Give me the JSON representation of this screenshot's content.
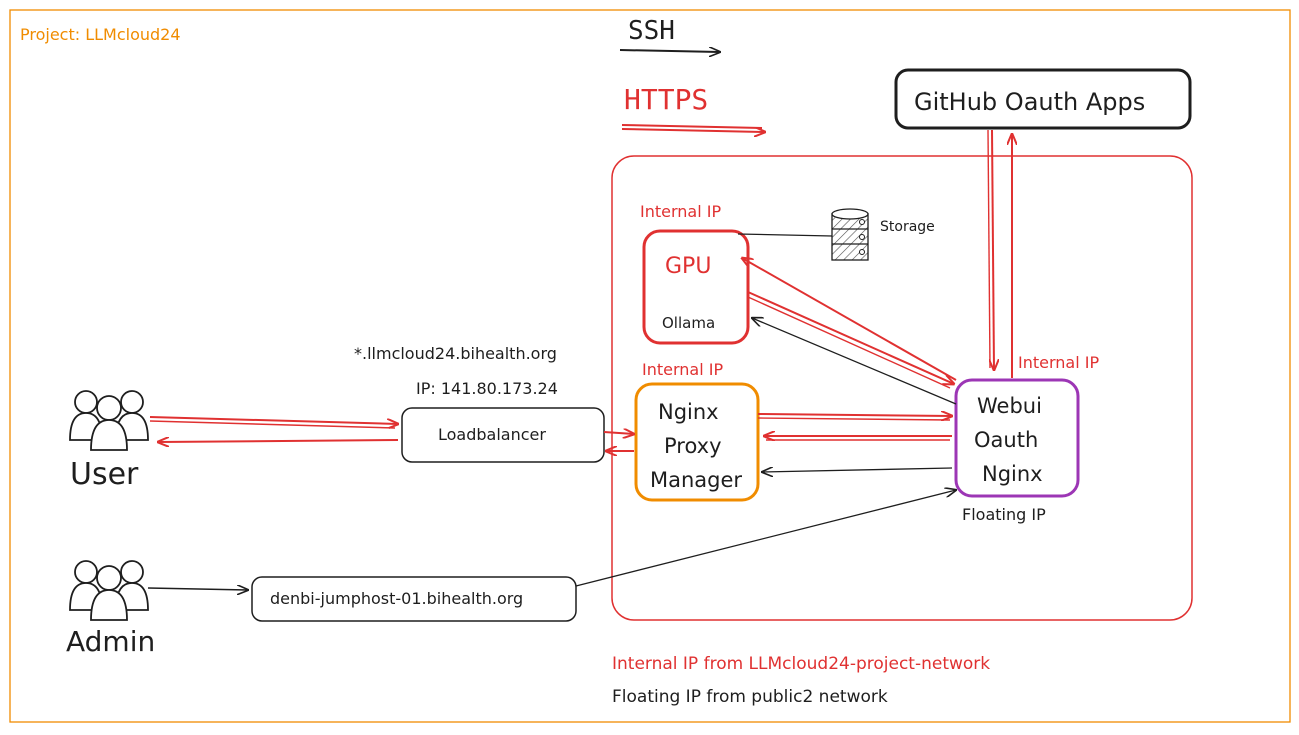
{
  "project_label": "Project: LLMcloud24",
  "legend": {
    "ssh": "SSH",
    "https": "HTTPS"
  },
  "nodes": {
    "github": "GitHub Oauth Apps",
    "gpu_title": "GPU",
    "gpu_sub": "Ollama",
    "storage": "Storage",
    "nginx_proxy": [
      "Nginx",
      "Proxy",
      "Manager"
    ],
    "webui": [
      "Webui",
      "Oauth",
      "Nginx"
    ],
    "loadbalancer": "Loadbalancer",
    "jumphost": "denbi-jumphost-01.bihealth.org",
    "user": "User",
    "admin": "Admin"
  },
  "labels": {
    "internal_ip_gpu": "Internal IP",
    "internal_ip_nginx": "Internal IP",
    "internal_ip_webui": "Internal IP",
    "floating_ip": "Floating IP",
    "domain": "*.llmcloud24.bihealth.org",
    "ip": "IP: 141.80.173.24"
  },
  "footer": {
    "internal_note": "Internal IP from LLMcloud24-project-network",
    "floating_note": "Floating IP from public2 network"
  },
  "colors": {
    "red": "#e03131",
    "orange": "#f08c00",
    "purple": "#9c36b5",
    "black": "#1e1e1e"
  }
}
